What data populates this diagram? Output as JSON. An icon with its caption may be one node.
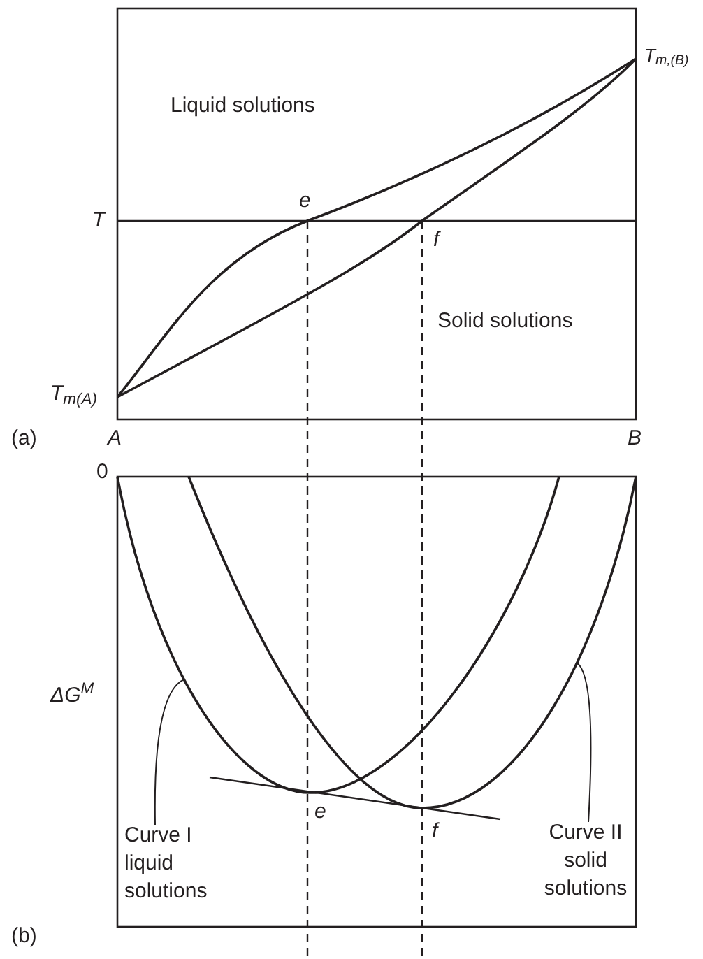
{
  "diagram": {
    "nodes": [
      {
        "text": [
          "Curve I liquid solutions"
        ]
      },
      {
        "text": [],
        "shape": "curve"
      },
      {
        "text": [
          "Curve II solid solutions"
        ]
      },
      {
        "text": [],
        "shape": "curve"
      }
    ],
    "edges": [
      {
        "from": 0,
        "to": 1,
        "arrow": "none"
      },
      {
        "from": 2,
        "to": 3,
        "arrow": "none"
      },
      {
        "from": 1,
        "to": 3,
        "arrow": "none"
      }
    ],
    "labels": [
      "T$_{m,(B)}$",
      "Liquid solutions",
      "e",
      "T",
      "f",
      "Solid solutions",
      "T$_{m(A)}$",
      "(a)",
      "A",
      "B",
      "0",
      "ΔG$^{M}$",
      "e",
      "f",
      "(b)"
    ]
  }
}
